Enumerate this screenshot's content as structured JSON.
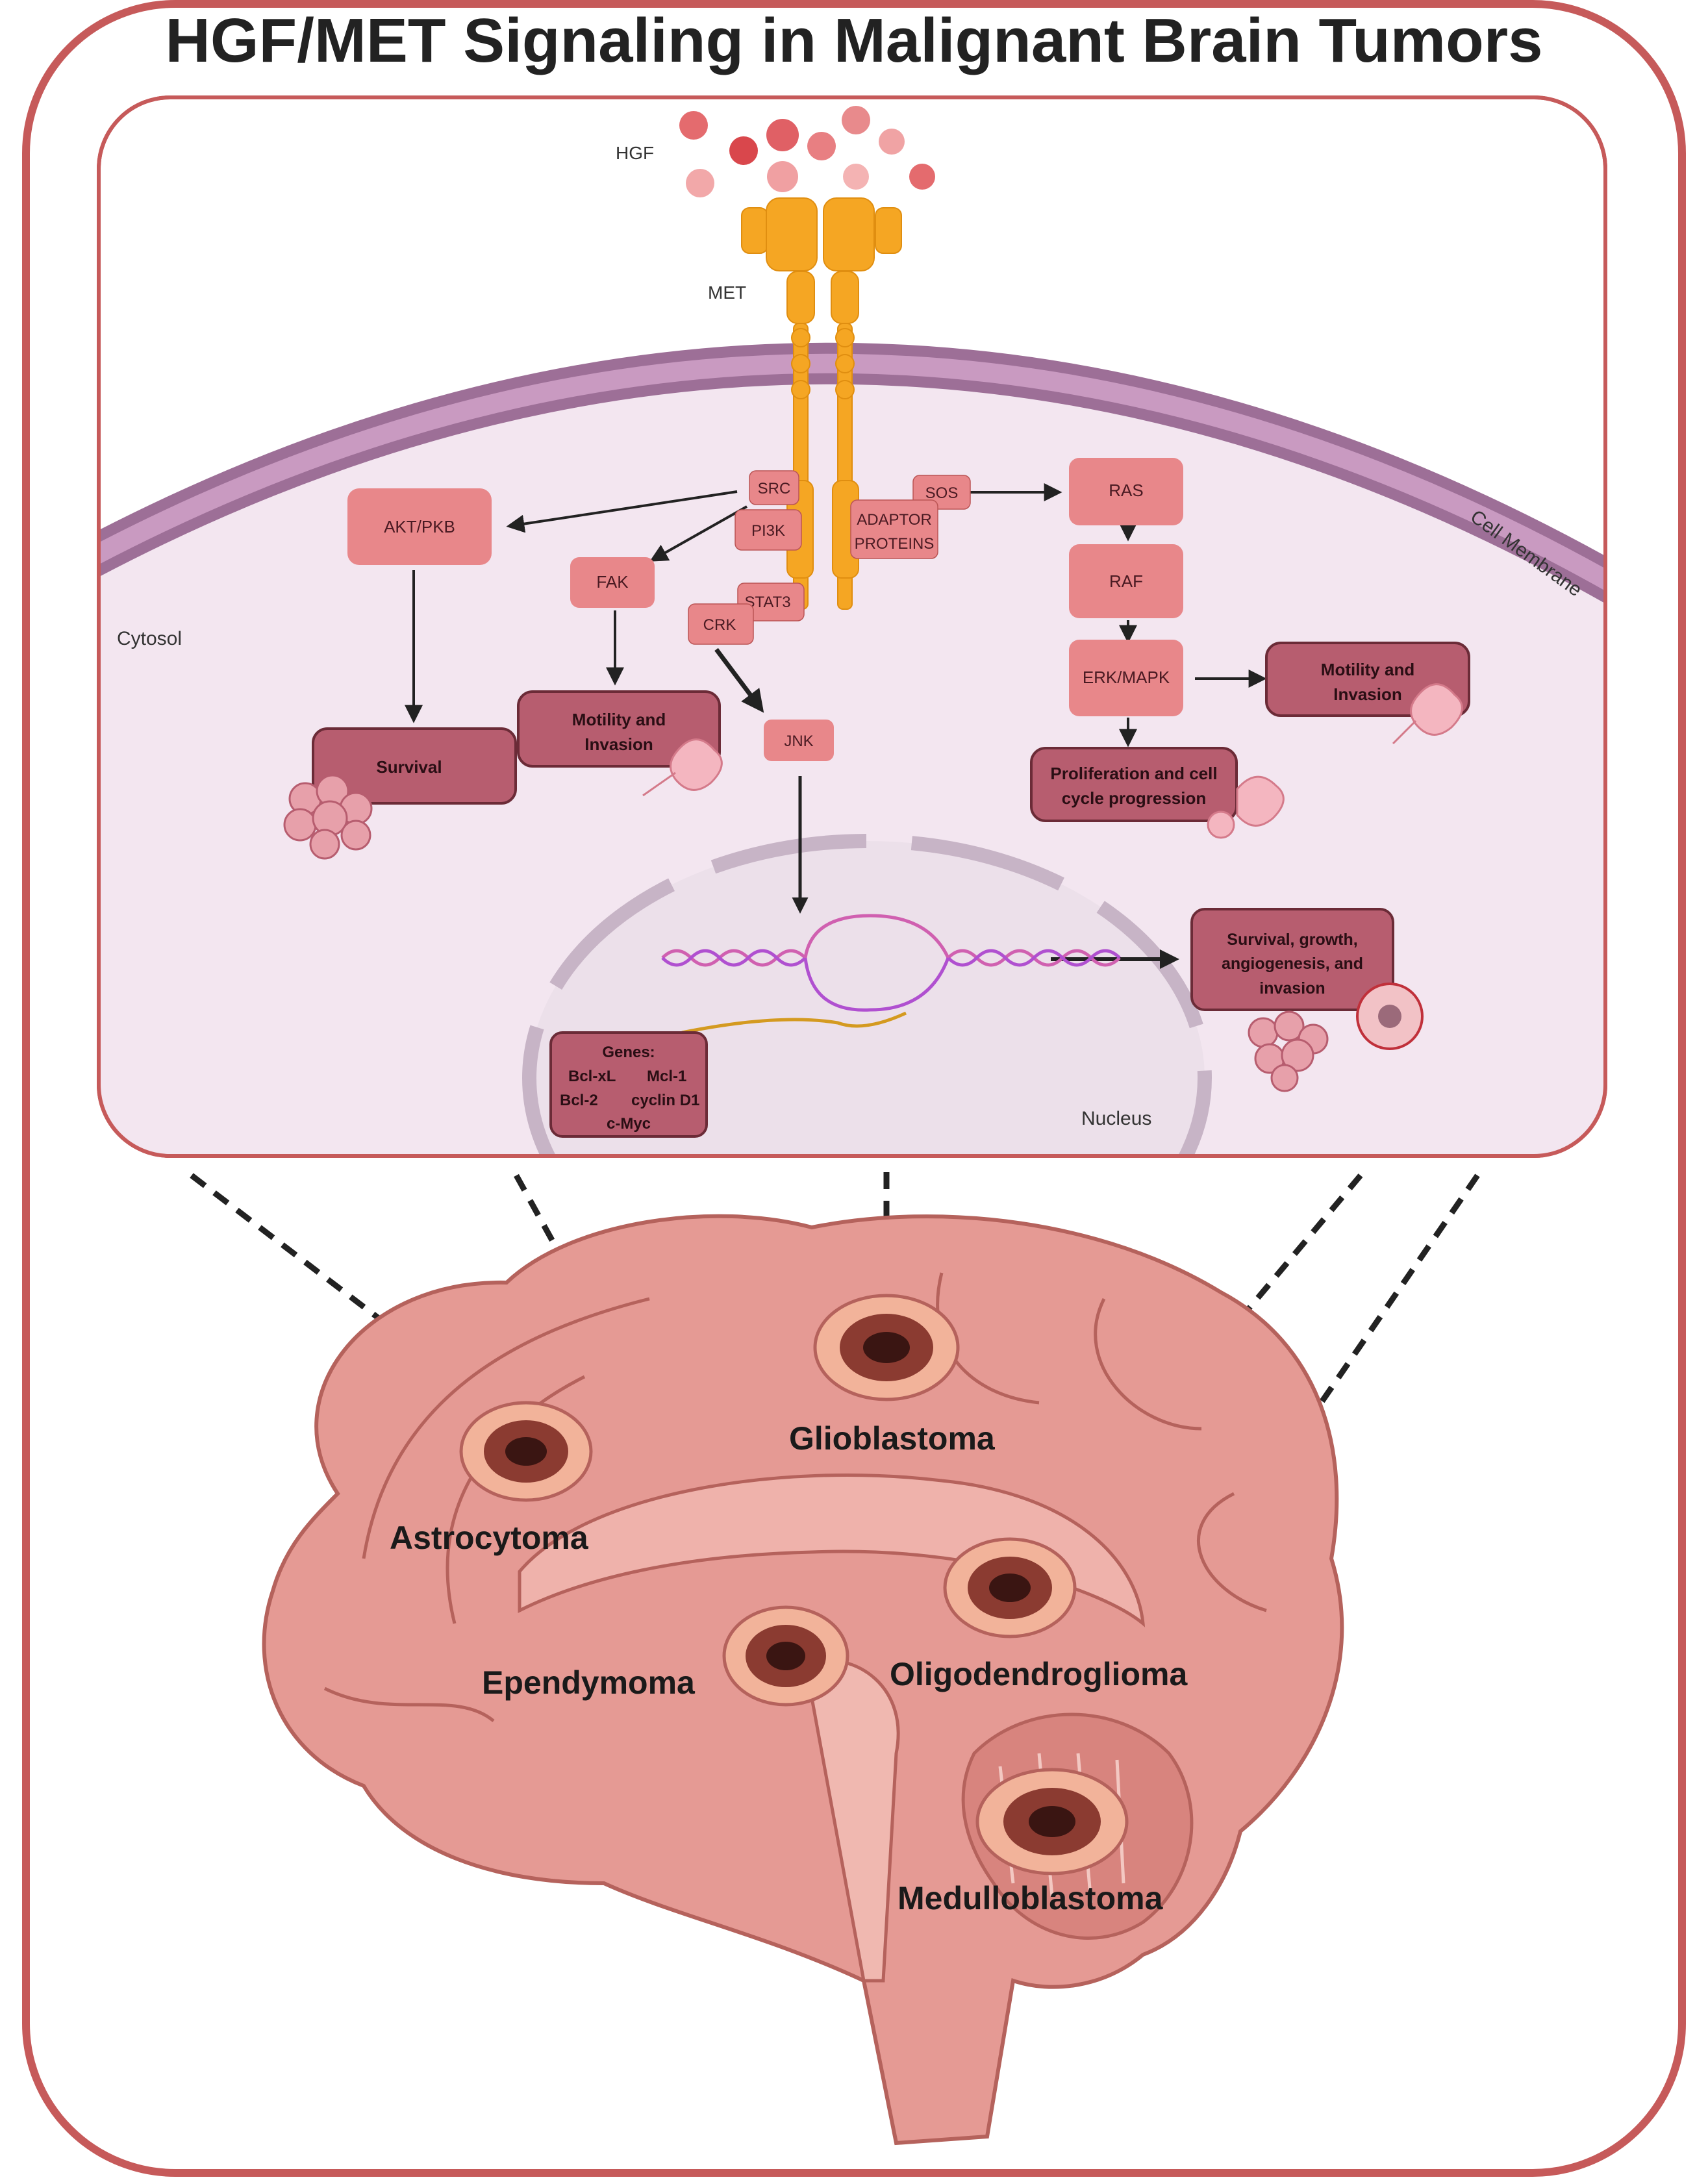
{
  "title": "HGF/MET Signaling in Malignant Brain Tumors",
  "colors": {
    "frame": "#c65a5a",
    "cytosol": "#f3e6f0",
    "membrane_outer": "#9d6f97",
    "membrane_inner": "#c99ac1",
    "receptor": "#f5a623",
    "protein_box": "#e8878a",
    "outcome_box": "#b75d6f",
    "brain": "#e59a94",
    "tumor": "#3a1512"
  },
  "labels": {
    "hgf": "HGF",
    "met": "MET",
    "cell_membrane": "Cell Membrane",
    "cytosol": "Cytosol",
    "nucleus": "Nucleus"
  },
  "proteins": {
    "src": "SRC",
    "pi3k": "PI3K",
    "akt": "AKT/PKB",
    "fak": "FAK",
    "stat3": "STAT3",
    "crk": "CRK",
    "jnk": "JNK",
    "sos": "SOS",
    "adaptor_1": "ADAPTOR",
    "adaptor_2": "PROTEINS",
    "ras": "RAS",
    "raf": "RAF",
    "erk": "ERK/MAPK"
  },
  "outcomes": {
    "survival": "Survival",
    "motility_left_1": "Motility and",
    "motility_left_2": "Invasion",
    "motility_right_1": "Motility and",
    "motility_right_2": "Invasion",
    "prolif_1": "Proliferation and cell",
    "prolif_2": "cycle progression",
    "nuclear_1": "Survival, growth,",
    "nuclear_2": "angiogenesis, and",
    "nuclear_3": "invasion"
  },
  "genes": {
    "title": "Genes:",
    "bclxl": "Bcl-xL",
    "mcl1": "Mcl-1",
    "bcl2": "Bcl-2",
    "cyclind1": "cyclin D1",
    "cmyc": "c-Myc"
  },
  "tumors": {
    "astrocytoma": "Astrocytoma",
    "glioblastoma": "Glioblastoma",
    "ependymoma": "Ependymoma",
    "oligodendroglioma": "Oligodendroglioma",
    "medulloblastoma": "Medulloblastoma"
  }
}
